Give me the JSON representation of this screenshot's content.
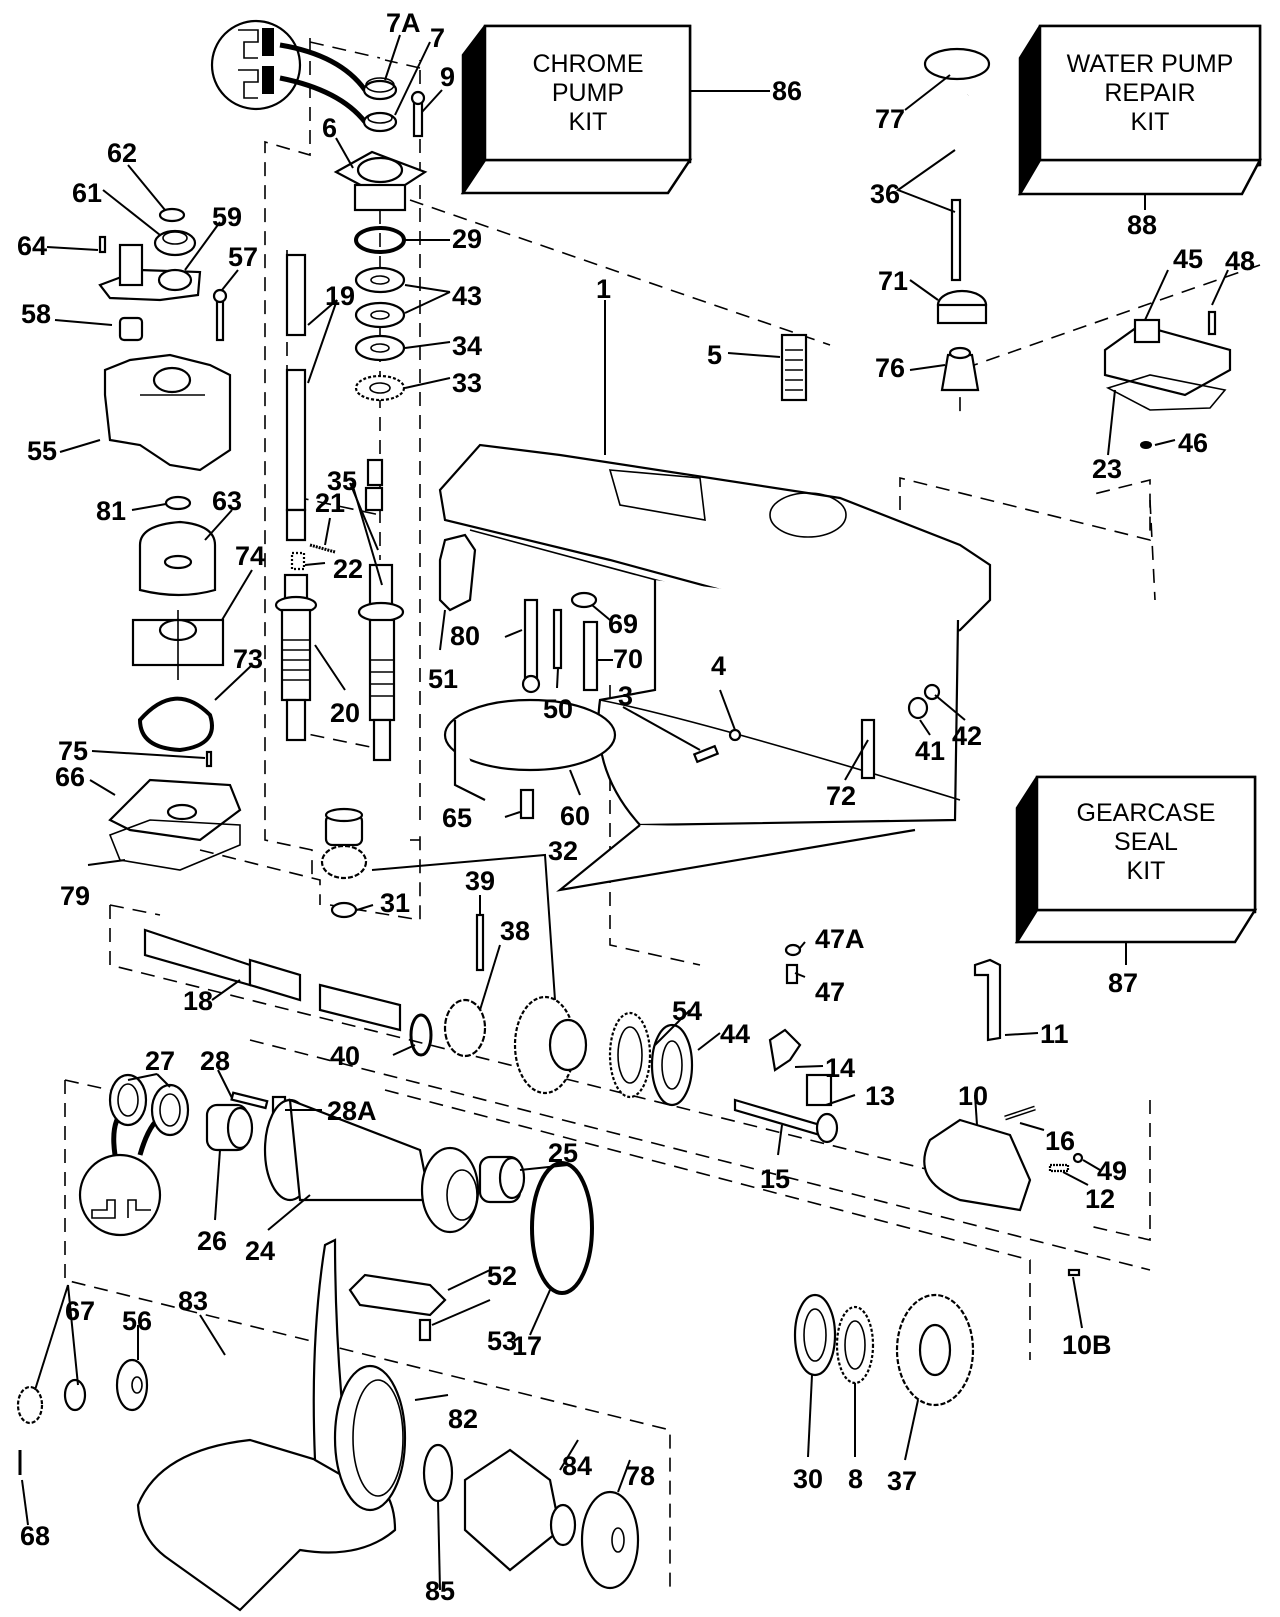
{
  "title": "Gearcase exploded parts diagram",
  "kits": [
    {
      "id": "chrome-pump-kit",
      "lines": [
        "CHROME",
        "PUMP",
        "KIT"
      ],
      "ref": "86"
    },
    {
      "id": "water-pump-repair-kit",
      "lines": [
        "WATER PUMP",
        "REPAIR",
        "KIT"
      ],
      "ref": "88"
    },
    {
      "id": "gearcase-seal-kit",
      "lines": [
        "GEARCASE",
        "SEAL",
        "KIT"
      ],
      "ref": "87"
    }
  ],
  "callouts": [
    {
      "id": "p7a",
      "label": "7A"
    },
    {
      "id": "p7",
      "label": "7"
    },
    {
      "id": "p9",
      "label": "9"
    },
    {
      "id": "p6",
      "label": "6"
    },
    {
      "id": "p29",
      "label": "29"
    },
    {
      "id": "p43",
      "label": "43"
    },
    {
      "id": "p34",
      "label": "34"
    },
    {
      "id": "p33",
      "label": "33"
    },
    {
      "id": "p62",
      "label": "62"
    },
    {
      "id": "p61",
      "label": "61"
    },
    {
      "id": "p59",
      "label": "59"
    },
    {
      "id": "p64",
      "label": "64"
    },
    {
      "id": "p57",
      "label": "57"
    },
    {
      "id": "p58",
      "label": "58"
    },
    {
      "id": "p19",
      "label": "19"
    },
    {
      "id": "p55",
      "label": "55"
    },
    {
      "id": "p35",
      "label": "35"
    },
    {
      "id": "p81",
      "label": "81"
    },
    {
      "id": "p63",
      "label": "63"
    },
    {
      "id": "p21",
      "label": "21"
    },
    {
      "id": "p22",
      "label": "22"
    },
    {
      "id": "p74",
      "label": "74"
    },
    {
      "id": "p73",
      "label": "73"
    },
    {
      "id": "p20",
      "label": "20"
    },
    {
      "id": "p75",
      "label": "75"
    },
    {
      "id": "p66",
      "label": "66"
    },
    {
      "id": "p79",
      "label": "79"
    },
    {
      "id": "p32",
      "label": "32"
    },
    {
      "id": "p31",
      "label": "31"
    },
    {
      "id": "p1",
      "label": "1"
    },
    {
      "id": "p5",
      "label": "5"
    },
    {
      "id": "p77",
      "label": "77"
    },
    {
      "id": "p36",
      "label": "36"
    },
    {
      "id": "p71",
      "label": "71"
    },
    {
      "id": "p76",
      "label": "76"
    },
    {
      "id": "p45",
      "label": "45"
    },
    {
      "id": "p48",
      "label": "48"
    },
    {
      "id": "p23",
      "label": "23"
    },
    {
      "id": "p46",
      "label": "46"
    },
    {
      "id": "p51",
      "label": "51"
    },
    {
      "id": "p80",
      "label": "80"
    },
    {
      "id": "p69",
      "label": "69"
    },
    {
      "id": "p70",
      "label": "70"
    },
    {
      "id": "p50",
      "label": "50"
    },
    {
      "id": "p3",
      "label": "3"
    },
    {
      "id": "p4",
      "label": "4"
    },
    {
      "id": "p72",
      "label": "72"
    },
    {
      "id": "p41",
      "label": "41"
    },
    {
      "id": "p42",
      "label": "42"
    },
    {
      "id": "p60",
      "label": "60"
    },
    {
      "id": "p65",
      "label": "65"
    },
    {
      "id": "p39",
      "label": "39"
    },
    {
      "id": "p38",
      "label": "38"
    },
    {
      "id": "p18",
      "label": "18"
    },
    {
      "id": "p40",
      "label": "40"
    },
    {
      "id": "p47a",
      "label": "47A"
    },
    {
      "id": "p47",
      "label": "47"
    },
    {
      "id": "p54",
      "label": "54"
    },
    {
      "id": "p44",
      "label": "44"
    },
    {
      "id": "p11",
      "label": "11"
    },
    {
      "id": "p14",
      "label": "14"
    },
    {
      "id": "p13",
      "label": "13"
    },
    {
      "id": "p10",
      "label": "10"
    },
    {
      "id": "p16",
      "label": "16"
    },
    {
      "id": "p49",
      "label": "49"
    },
    {
      "id": "p12",
      "label": "12"
    },
    {
      "id": "p15",
      "label": "15"
    },
    {
      "id": "p10b",
      "label": "10B"
    },
    {
      "id": "p27",
      "label": "27"
    },
    {
      "id": "p28",
      "label": "28"
    },
    {
      "id": "p28a",
      "label": "28A"
    },
    {
      "id": "p26",
      "label": "26"
    },
    {
      "id": "p24",
      "label": "24"
    },
    {
      "id": "p25",
      "label": "25"
    },
    {
      "id": "p52",
      "label": "52"
    },
    {
      "id": "p53",
      "label": "53"
    },
    {
      "id": "p17",
      "label": "17"
    },
    {
      "id": "p67",
      "label": "67"
    },
    {
      "id": "p56",
      "label": "56"
    },
    {
      "id": "p83",
      "label": "83"
    },
    {
      "id": "p82",
      "label": "82"
    },
    {
      "id": "p68",
      "label": "68"
    },
    {
      "id": "p84",
      "label": "84"
    },
    {
      "id": "p78",
      "label": "78"
    },
    {
      "id": "p85",
      "label": "85"
    },
    {
      "id": "p30",
      "label": "30"
    },
    {
      "id": "p8",
      "label": "8"
    },
    {
      "id": "p37",
      "label": "37"
    }
  ]
}
